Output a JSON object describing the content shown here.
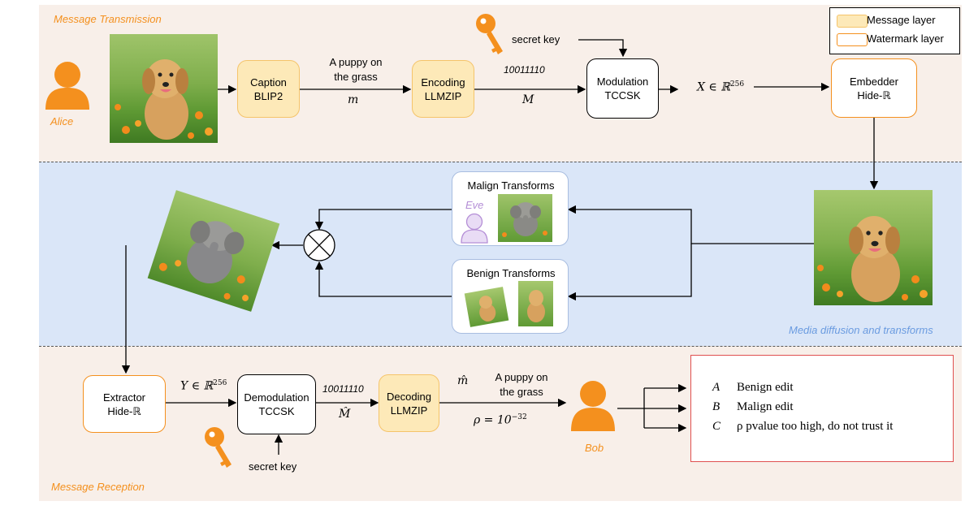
{
  "sections": {
    "transmission": "Message Transmission",
    "diffusion": "Media diffusion and transforms",
    "reception": "Message Reception"
  },
  "legend": {
    "message_layer": "Message layer",
    "watermark_layer": "Watermark layer",
    "message_color": "#fde9b8",
    "watermark_color": "#f4901e"
  },
  "alice": "Alice",
  "bob": "Bob",
  "eve": "Eve",
  "boxes": {
    "caption": [
      "Caption",
      "BLIP2"
    ],
    "encoding": [
      "Encoding",
      "LLMZIP"
    ],
    "modulation": [
      "Modulation",
      "TCCSK"
    ],
    "embedder": [
      "Embedder",
      "Hide-ℝ"
    ],
    "extractor": [
      "Extractor",
      "Hide-ℝ"
    ],
    "demodulation": [
      "Demodulation",
      "TCCSK"
    ],
    "decoding": [
      "Decoding",
      "LLMZIP"
    ]
  },
  "panels": {
    "malign": "Malign Transforms",
    "benign": "Benign Transforms"
  },
  "labels": {
    "caption_text_1": "A puppy on",
    "caption_text_2": "the grass",
    "m": "m",
    "M": "M",
    "bits_top": "10011110",
    "secret_key": "secret key",
    "X": "X ∈ ℝ",
    "X_sup": "256",
    "Y": "Y ∈ ℝ",
    "Y_sup": "256",
    "bits_bottom": "10011110",
    "M_hat": "M̂",
    "m_hat": "m̂",
    "decoded_text_1": "A puppy on",
    "decoded_text_2": "the grass",
    "rho": "ρ = 10",
    "rho_sup": "−32"
  },
  "outcomes": [
    {
      "key": "A",
      "text": "Benign edit"
    },
    {
      "key": "B",
      "text": "Malign edit"
    },
    {
      "key": "C",
      "text": "ρ pvalue too high, do not trust it"
    }
  ],
  "colors": {
    "accent": "#f4901e",
    "eve": "#b48ed6",
    "diffusion_text": "#6a9be0",
    "result_border": "#e05050"
  }
}
